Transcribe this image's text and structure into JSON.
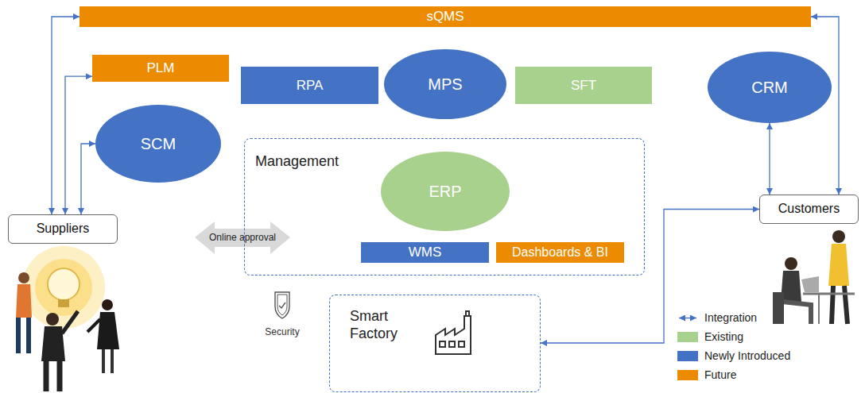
{
  "diagram": {
    "nodes": [
      {
        "text": [
          "sQMS"
        ]
      },
      {
        "text": [
          "PLM"
        ]
      },
      {
        "text": [
          "RPA"
        ]
      },
      {
        "text": [
          "MPS"
        ]
      },
      {
        "text": [
          "SFT"
        ]
      },
      {
        "text": [
          "CRM"
        ]
      },
      {
        "text": [
          "SCM"
        ]
      },
      {
        "text": [
          "Management"
        ]
      },
      {
        "text": [
          "ERP"
        ],
        "in": 7
      },
      {
        "text": [
          "WMS"
        ],
        "in": 7
      },
      {
        "text": [
          "Dashboards & BI"
        ],
        "in": 7
      },
      {
        "text": [
          "Suppliers"
        ]
      },
      {
        "text": [
          "Customers"
        ]
      },
      {
        "text": [
          "Smart Factory"
        ]
      }
    ],
    "edges": [
      {
        "from": 11,
        "to": 0,
        "arrow": "both"
      },
      {
        "from": 11,
        "to": 1,
        "arrow": "both"
      },
      {
        "from": 11,
        "to": 6,
        "arrow": "both"
      },
      {
        "from": 0,
        "to": 12,
        "arrow": "both"
      },
      {
        "from": 5,
        "to": 12,
        "arrow": "both"
      },
      {
        "from": 12,
        "to": 13,
        "arrow": "both"
      }
    ],
    "labels": [
      "Online approval",
      "Security"
    ],
    "legend": [
      {
        "text": "Integration"
      },
      {
        "text": "Existing",
        "color": "#a9d18e"
      },
      {
        "text": "Newly Introduced",
        "color": "#4472c4"
      },
      {
        "text": "Future",
        "color": "#ed8b00"
      }
    ]
  }
}
